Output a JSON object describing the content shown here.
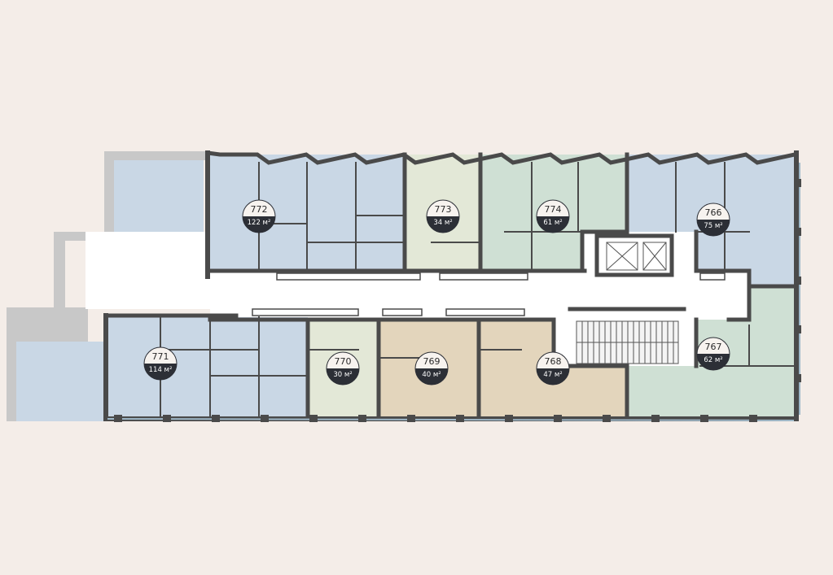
{
  "colors": {
    "background": "#f4ede8",
    "blue": "#c9d7e5",
    "green": "#cfe0d4",
    "light_green": "#e3e8d7",
    "tan": "#e3d5bc",
    "gray_terrace": "#c8c8c8",
    "core": "#ffffff",
    "wall": "#4a4a4a",
    "badge_dark": "#2c2f36",
    "badge_light": "#f7f3ef"
  },
  "units": [
    {
      "id": "unit-772",
      "number": "772",
      "area": "122 м²",
      "color": "blue"
    },
    {
      "id": "unit-773",
      "number": "773",
      "area": "34 м²",
      "color": "light_green"
    },
    {
      "id": "unit-774",
      "number": "774",
      "area": "61 м²",
      "color": "green"
    },
    {
      "id": "unit-766",
      "number": "766",
      "area": "75 м²",
      "color": "blue"
    },
    {
      "id": "unit-771",
      "number": "771",
      "area": "114 м²",
      "color": "blue"
    },
    {
      "id": "unit-770",
      "number": "770",
      "area": "30 м²",
      "color": "light_green"
    },
    {
      "id": "unit-769",
      "number": "769",
      "area": "40 м²",
      "color": "tan"
    },
    {
      "id": "unit-768",
      "number": "768",
      "area": "47 м²",
      "color": "tan"
    },
    {
      "id": "unit-767",
      "number": "767",
      "area": "62 м²",
      "color": "green"
    }
  ]
}
